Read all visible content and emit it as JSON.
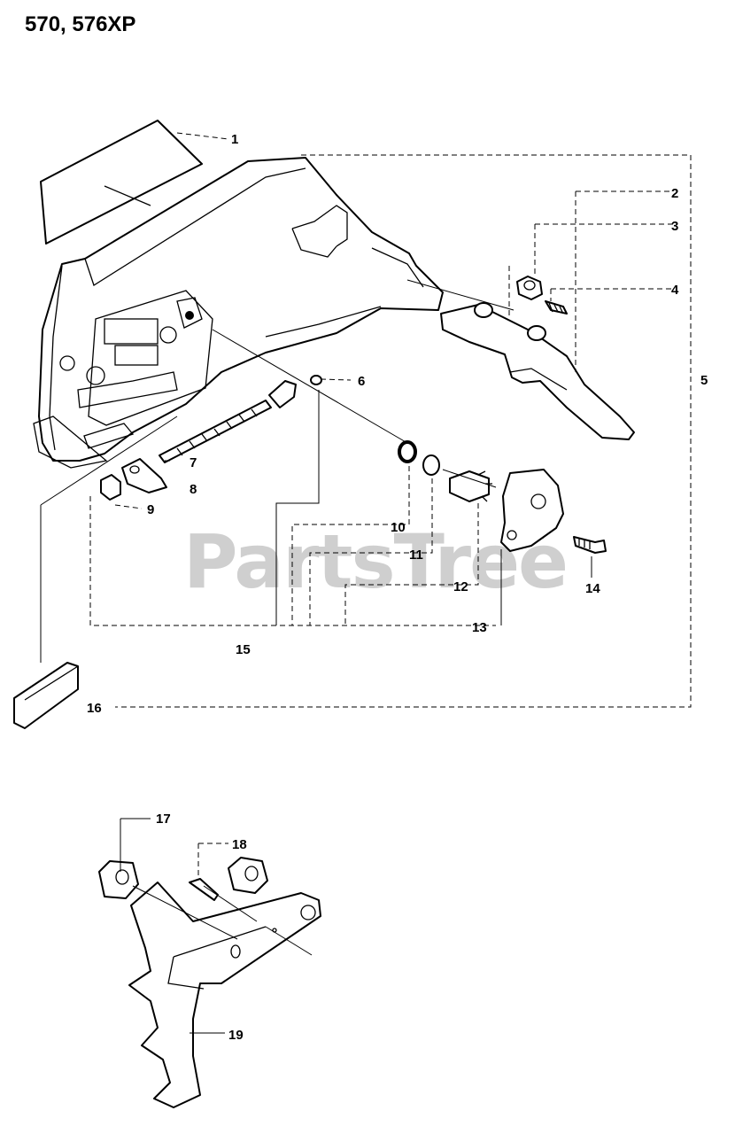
{
  "header": {
    "title": "570, 576XP"
  },
  "watermark": {
    "text": "PartsTree",
    "tm": "™"
  },
  "callouts": [
    "1",
    "2",
    "3",
    "4",
    "5",
    "6",
    "7",
    "8",
    "9",
    "10",
    "11",
    "12",
    "13",
    "14",
    "15",
    "16",
    "17",
    "18",
    "19"
  ]
}
